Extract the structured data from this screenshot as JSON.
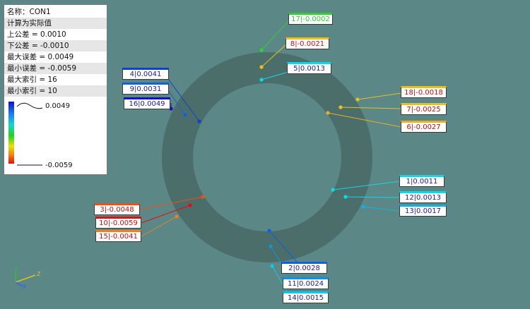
{
  "info": {
    "name_line": "名称：CON1",
    "mode_line": "计算为实际值",
    "upper_tol_line": "上公差 = 0.0010",
    "lower_tol_line": "下公差 = -0.0010",
    "max_err_line": "最大误差 = 0.0049",
    "min_err_line": "最小误差 = -0.0059",
    "max_index_line": "最大索引 = 16",
    "min_index_line": "最小索引 = 10"
  },
  "legend": {
    "max_value": "0.0049",
    "min_value": "-0.0059"
  },
  "colors": {
    "background": "#5b8787",
    "ring": "#4b6e6b",
    "blue": "#1040d0",
    "cyan": "#10d8e8",
    "green": "#30d030",
    "yellow": "#e8c020",
    "orange": "#f08020",
    "red": "#e01010",
    "text_positive": "#1a1a9a",
    "text_negative": "#c01010"
  },
  "points": [
    {
      "label": "17|-0.0002",
      "tone": "lime",
      "color": "#30d030"
    },
    {
      "label": "8|-0.0021",
      "tone": "neg",
      "color": "#e8c020"
    },
    {
      "label": "5|0.0013",
      "tone": "pos",
      "color": "#10d8e8"
    },
    {
      "label": "4|0.0041",
      "tone": "pos",
      "color": "#1040d0"
    },
    {
      "label": "9|0.0031",
      "tone": "pos",
      "color": "#1060e0"
    },
    {
      "label": "16|0.0049",
      "tone": "pos",
      "color": "#1010c8"
    },
    {
      "label": "18|-0.0018",
      "tone": "neg",
      "color": "#e8c020"
    },
    {
      "label": "7|-0.0025",
      "tone": "neg",
      "color": "#e8c020"
    },
    {
      "label": "6|-0.0027",
      "tone": "neg",
      "color": "#e8b020"
    },
    {
      "label": "1|0.0011",
      "tone": "pos",
      "color": "#10d8e8"
    },
    {
      "label": "12|0.0013",
      "tone": "pos",
      "color": "#10d8e8"
    },
    {
      "label": "13|0.0017",
      "tone": "pos",
      "color": "#10b0e8"
    },
    {
      "label": "3|-0.0048",
      "tone": "neg",
      "color": "#f05010"
    },
    {
      "label": "10|-0.0059",
      "tone": "neg",
      "color": "#e01010"
    },
    {
      "label": "15|-0.0041",
      "tone": "neg",
      "color": "#f08020"
    },
    {
      "label": "2|0.0028",
      "tone": "pos",
      "color": "#1060e0"
    },
    {
      "label": "11|0.0024",
      "tone": "pos",
      "color": "#1090e8"
    },
    {
      "label": "14|0.0015",
      "tone": "pos",
      "color": "#10c8e8"
    }
  ],
  "axes": {
    "y": "Y",
    "x": "X",
    "z": "Z",
    "y_color": "#30c030",
    "x_color": "#3060ff",
    "z_color": "#e0c020"
  }
}
